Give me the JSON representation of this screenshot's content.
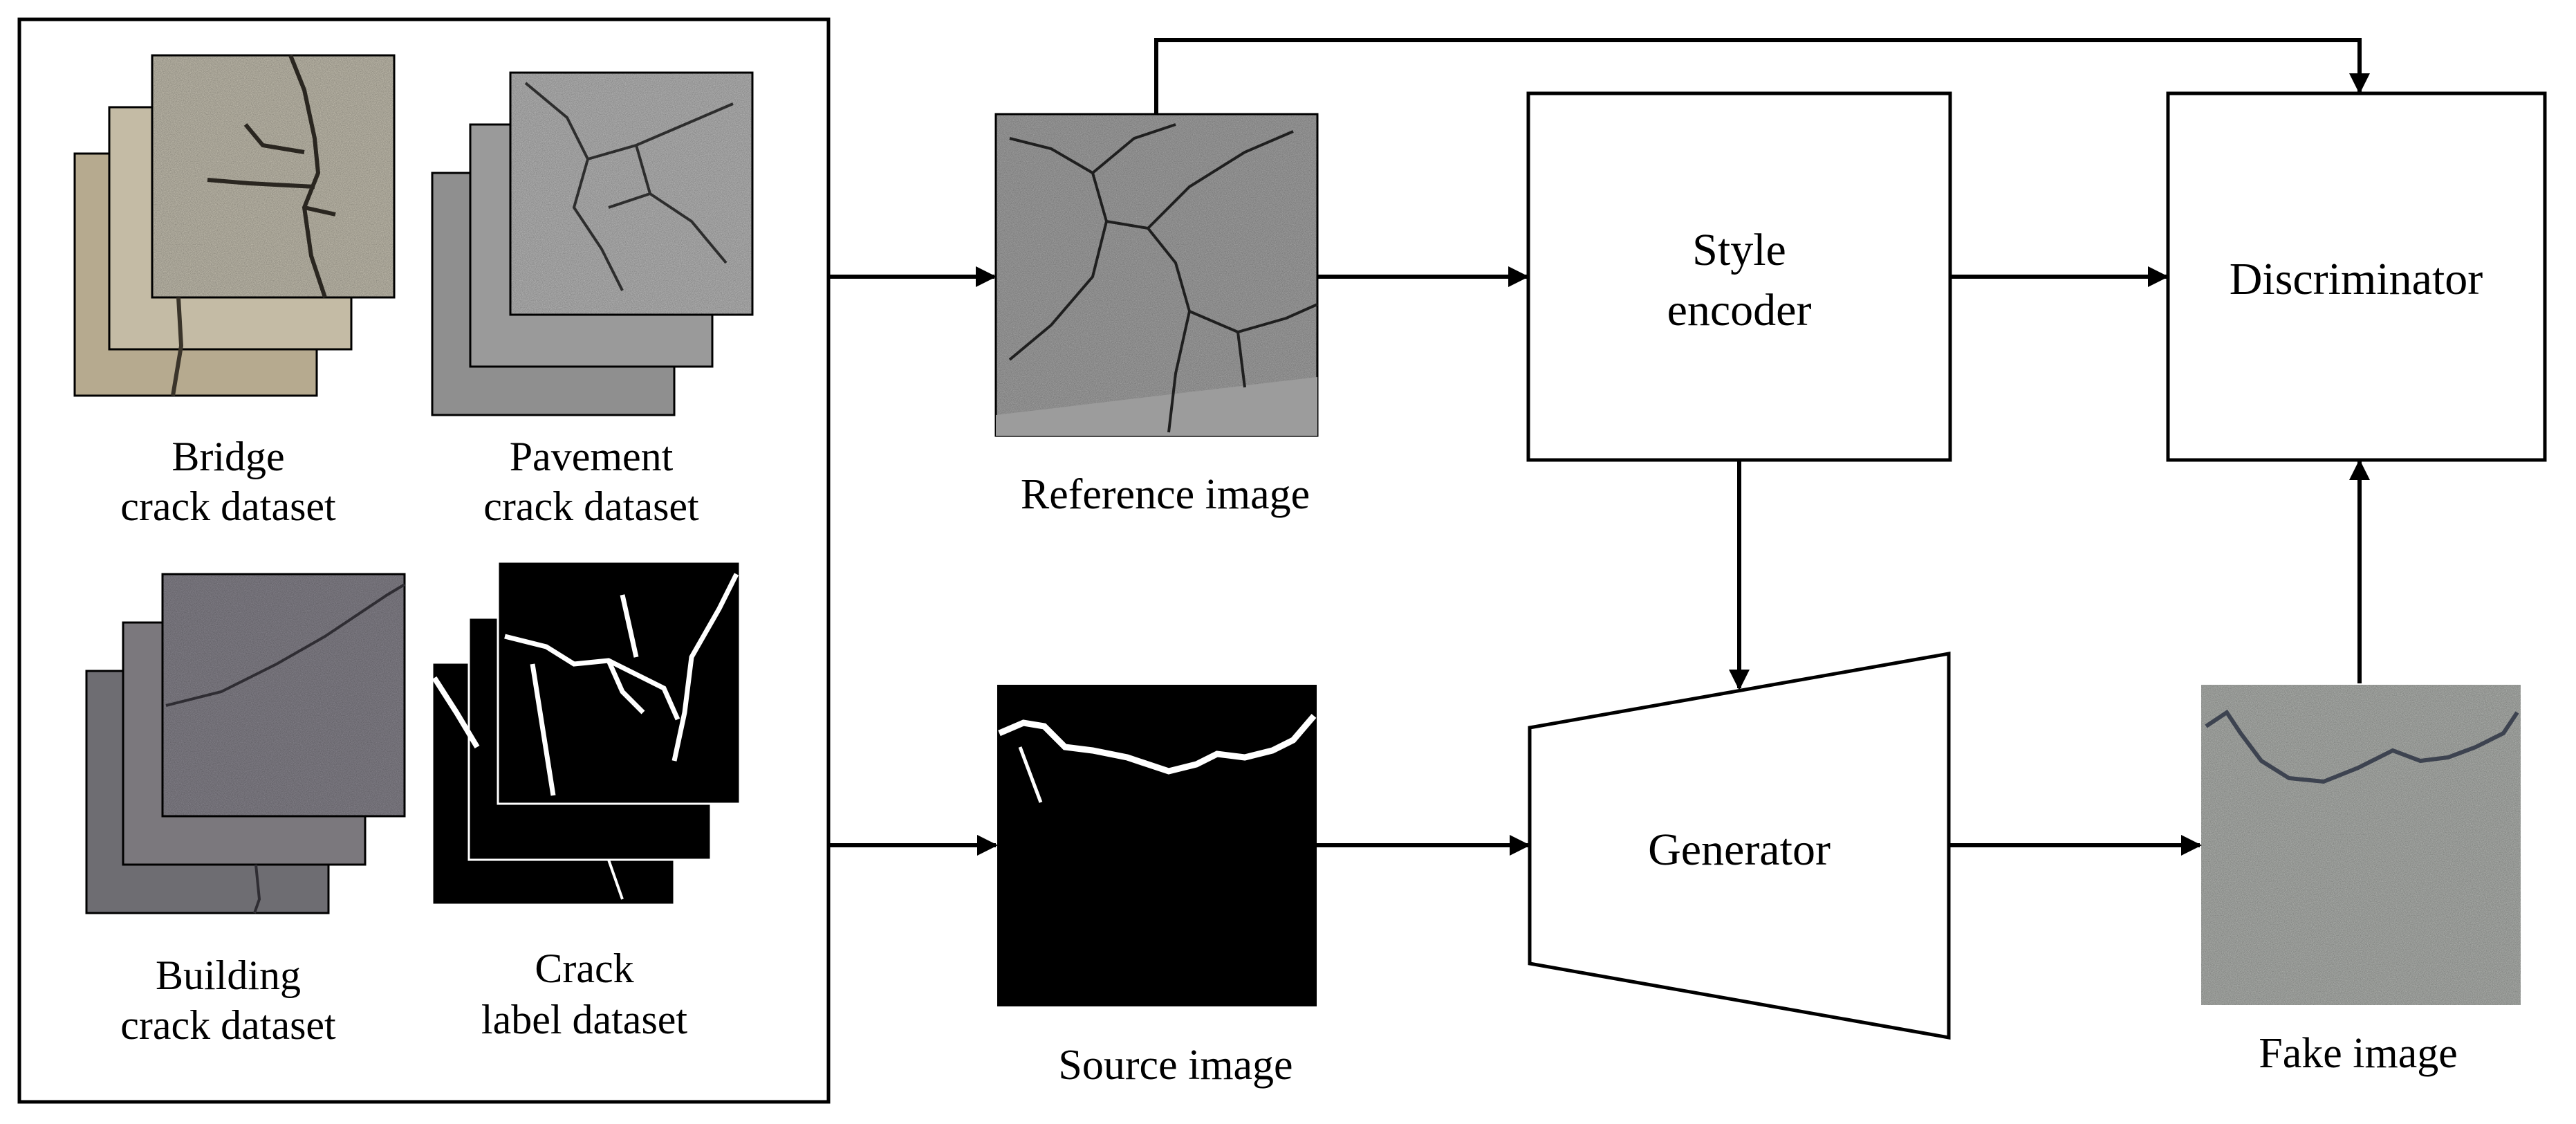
{
  "datasets": {
    "bridge": [
      "Bridge",
      "crack dataset"
    ],
    "pavement": [
      "Pavement",
      "crack dataset"
    ],
    "building": [
      "Building",
      "crack dataset"
    ],
    "label": [
      "Crack",
      "label dataset"
    ]
  },
  "images": {
    "reference": "Reference image",
    "source": "Source image",
    "fake": "Fake image"
  },
  "blocks": {
    "style_encoder": [
      "Style",
      "encoder"
    ],
    "discriminator": "Discriminator",
    "generator": "Generator"
  }
}
